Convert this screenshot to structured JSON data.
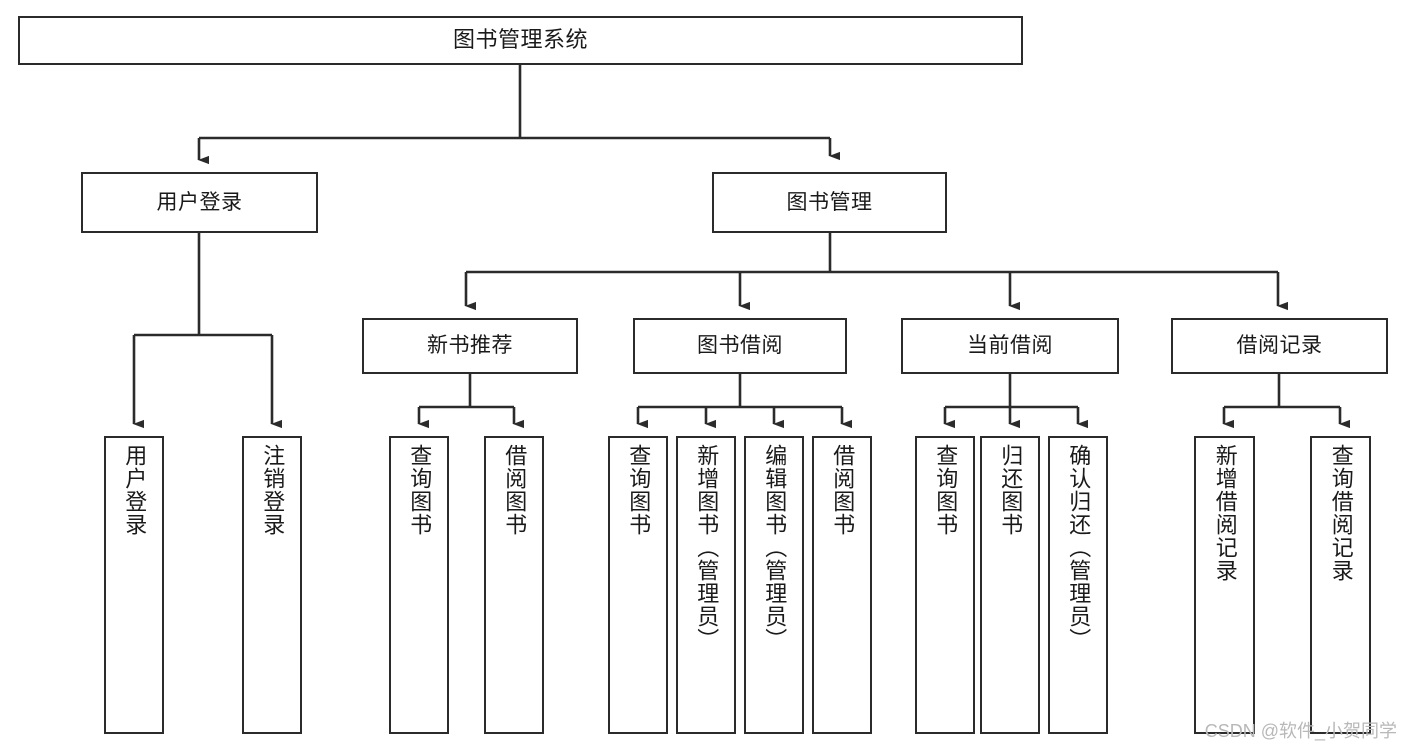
{
  "diagram": {
    "type": "tree-hierarchy-chart",
    "title": "图书管理系统",
    "watermark": "CSDN @软件_小贺同学",
    "colors": {
      "stroke": "#2b2b2b",
      "fill": "#ffffff",
      "text": "#1a1a1a",
      "watermark": "#b8b8b8"
    },
    "levels": {
      "root": {
        "label": "图书管理系统"
      },
      "level1": [
        {
          "id": "user-login",
          "label": "用户登录"
        },
        {
          "id": "book-manage",
          "label": "图书管理"
        }
      ],
      "level2": [
        {
          "id": "new-book-rec",
          "label": "新书推荐",
          "parent": "book-manage"
        },
        {
          "id": "book-borrow",
          "label": "图书借阅",
          "parent": "book-manage"
        },
        {
          "id": "current-borrow",
          "label": "当前借阅",
          "parent": "book-manage"
        },
        {
          "id": "borrow-record",
          "label": "借阅记录",
          "parent": "book-manage"
        }
      ],
      "leaves": [
        {
          "id": "leaf-user-login",
          "label": "用户登录",
          "parent": "user-login"
        },
        {
          "id": "leaf-logout",
          "label": "注销登录",
          "parent": "user-login"
        },
        {
          "id": "leaf-query-book-1",
          "label": "查询图书",
          "parent": "new-book-rec"
        },
        {
          "id": "leaf-borrow-book-1",
          "label": "借阅图书",
          "parent": "new-book-rec"
        },
        {
          "id": "leaf-query-book-2",
          "label": "查询图书",
          "parent": "book-borrow"
        },
        {
          "id": "leaf-add-book",
          "label": "新增图书（管理员）",
          "parent": "book-borrow"
        },
        {
          "id": "leaf-edit-book",
          "label": "编辑图书（管理员）",
          "parent": "book-borrow"
        },
        {
          "id": "leaf-borrow-book-2",
          "label": "借阅图书",
          "parent": "book-borrow"
        },
        {
          "id": "leaf-query-book-3",
          "label": "查询图书",
          "parent": "current-borrow"
        },
        {
          "id": "leaf-return-book",
          "label": "归还图书",
          "parent": "current-borrow"
        },
        {
          "id": "leaf-confirm-return",
          "label": "确认归还（管理员）",
          "parent": "current-borrow"
        },
        {
          "id": "leaf-add-record",
          "label": "新增借阅记录",
          "parent": "borrow-record"
        },
        {
          "id": "leaf-query-record",
          "label": "查询借阅记录",
          "parent": "borrow-record"
        }
      ]
    }
  }
}
